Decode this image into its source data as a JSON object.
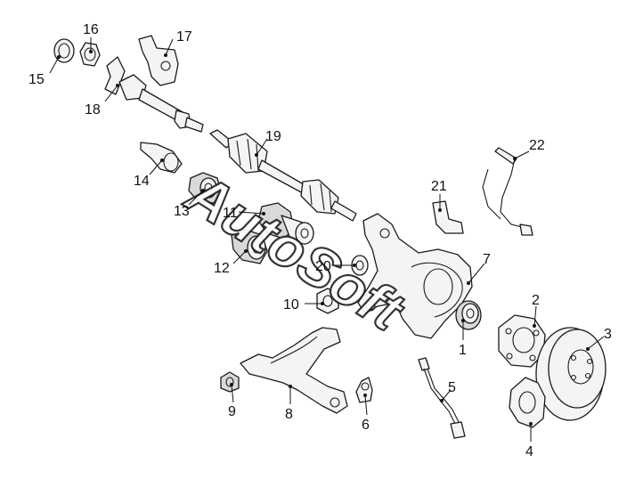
{
  "watermark": "AutoSoft",
  "callouts": [
    {
      "id": "1",
      "label": "1"
    },
    {
      "id": "2",
      "label": "2"
    },
    {
      "id": "3",
      "label": "3"
    },
    {
      "id": "4",
      "label": "4"
    },
    {
      "id": "5",
      "label": "5"
    },
    {
      "id": "6",
      "label": "6"
    },
    {
      "id": "7",
      "label": "7"
    },
    {
      "id": "8",
      "label": "8"
    },
    {
      "id": "9",
      "label": "9"
    },
    {
      "id": "10",
      "label": "10"
    },
    {
      "id": "11",
      "label": "11"
    },
    {
      "id": "12",
      "label": "12"
    },
    {
      "id": "13",
      "label": "13"
    },
    {
      "id": "14",
      "label": "14"
    },
    {
      "id": "15",
      "label": "15"
    },
    {
      "id": "16",
      "label": "16"
    },
    {
      "id": "17",
      "label": "17"
    },
    {
      "id": "18",
      "label": "18"
    },
    {
      "id": "19",
      "label": "19"
    },
    {
      "id": "20",
      "label": "20"
    },
    {
      "id": "21",
      "label": "21"
    },
    {
      "id": "22",
      "label": "22"
    }
  ]
}
